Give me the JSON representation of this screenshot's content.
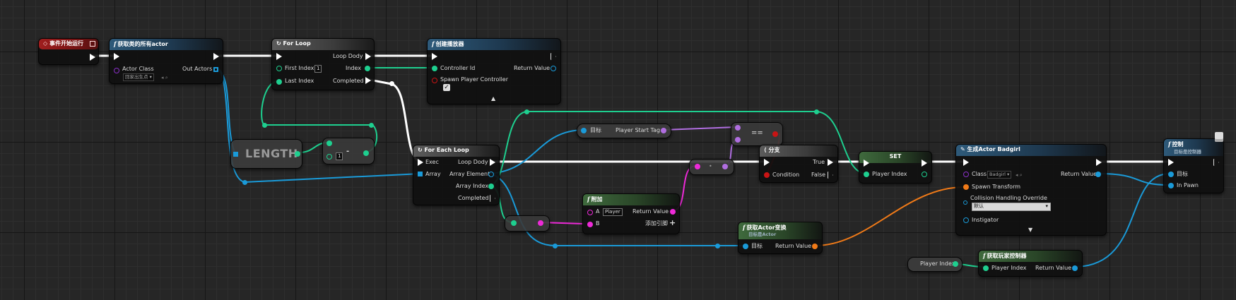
{
  "colors": {
    "exec": "#ffffff",
    "object": "#1a9ad8",
    "integer": "#1ecf8f",
    "name": "#b06ee0",
    "string": "#ee2ad8",
    "boolean": "#c91414",
    "struct": "#f07a18",
    "class": "#8a30c8"
  },
  "nodes": {
    "begin": {
      "title": "事件开始运行"
    },
    "getall": {
      "title": "获取类的所有actor",
      "actor_class": "Actor Class",
      "class_value": "回家出生点",
      "out_actors": "Out Actors"
    },
    "forloop": {
      "title": "For Loop",
      "loop_body": "Loop Dody",
      "first_index": "First Index",
      "first_value": "1",
      "index": "Index",
      "last_index": "Last Index",
      "completed": "Completed"
    },
    "length": {
      "title": "LENGTH"
    },
    "minus": {
      "value": "1",
      "op": "-"
    },
    "createplayer": {
      "title": "创建播放器",
      "controller_id": "Controller Id",
      "return_value": "Return Value",
      "spawn_controller": "Spawn Player Controller"
    },
    "foreach": {
      "title": "For Each Loop",
      "exec": "Exec",
      "loop_body": "Loop Dody",
      "array": "Array",
      "array_element": "Array Element",
      "array_index": "Array Index",
      "completed": "Completed"
    },
    "tag": {
      "target": "目标",
      "label": "Player Start Tag"
    },
    "append": {
      "title": "附加",
      "a": "A",
      "a_value": "Player",
      "b": "B",
      "return_value": "Return Value",
      "add_pin": "添加引脚"
    },
    "equal": {
      "op": "=="
    },
    "branch": {
      "title": "分支",
      "condition": "Condition",
      "true_label": "True",
      "false_label": "False"
    },
    "set": {
      "title": "SET",
      "player_index": "Player Index"
    },
    "gettransform": {
      "title": "获取Actor变换",
      "subtitle": "目标是Actor",
      "target": "目标",
      "return_value": "Return Value"
    },
    "spawn": {
      "title": "生成Actor Badgirl",
      "class": "Class",
      "class_value": "Badgirl",
      "return_value": "Return Value",
      "spawn_transform": "Spawn Transform",
      "collision": "Collision Handling Override",
      "collision_value": "默认",
      "instigator": "Instigator"
    },
    "possess": {
      "title": "控制",
      "subtitle": "目标是控制器",
      "target": "目标",
      "in_pawn": "In Pawn"
    },
    "playerindex_var": {
      "label": "Player Index"
    },
    "getcontroller": {
      "title": "获取玩家控制器",
      "player_index": "Player Index",
      "return_value": "Return Value"
    }
  }
}
